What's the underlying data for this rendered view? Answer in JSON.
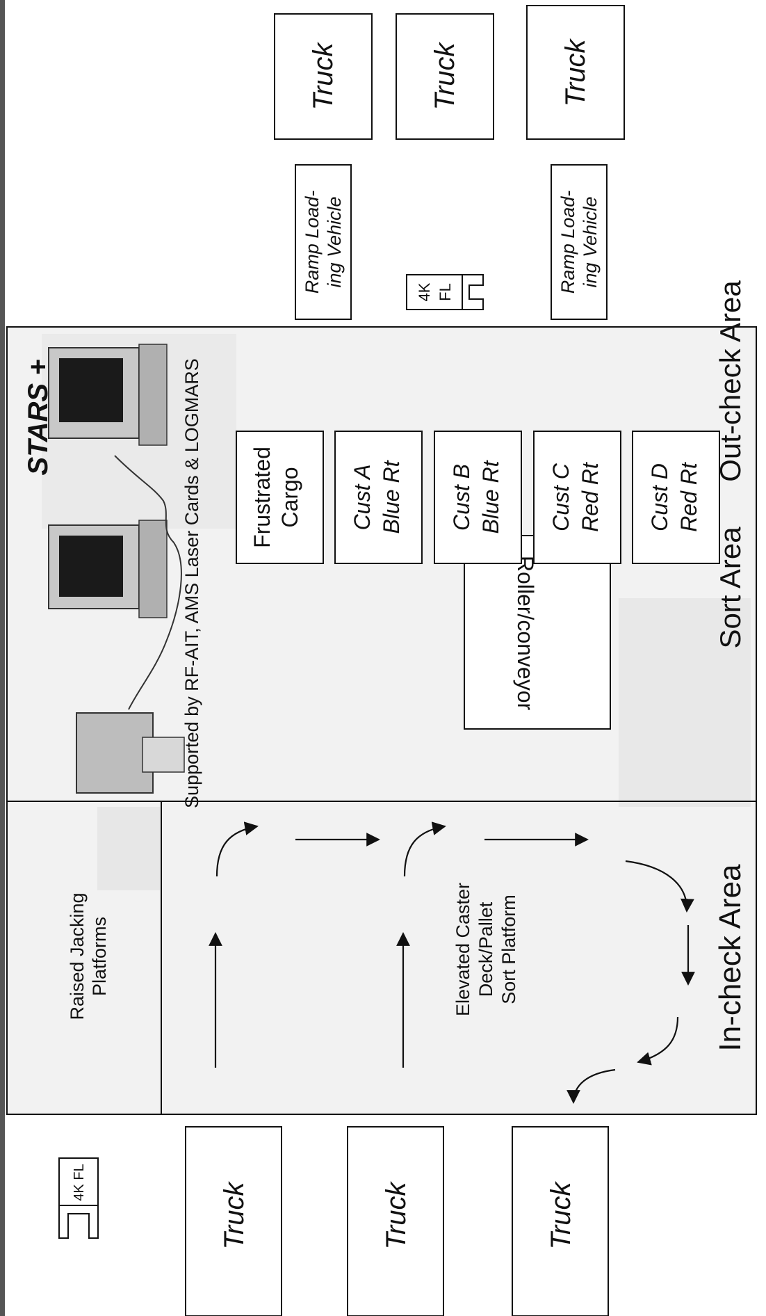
{
  "left_trucks": [
    "Truck",
    "Truck",
    "Truck"
  ],
  "left_forklift": "4K FL",
  "in_check": {
    "label": "In-check Area",
    "raised_platforms": [
      "Raised Jacking",
      "Platforms"
    ],
    "elevated_platform": [
      "Elevated Caster",
      "Deck/Pallet",
      "Sort Platform"
    ]
  },
  "support_text": "Supported by RF-AIT, AMS Laser Cards & LOGMARS",
  "sort_area": {
    "label": "Sort Area",
    "conveyor": "Roller/conveyor"
  },
  "out_check": {
    "label": "Out-check Area",
    "system": "STARS +",
    "lanes": [
      [
        "Frustrated",
        "Cargo"
      ],
      [
        "Cust A",
        "Blue Rt"
      ],
      [
        "Cust B",
        "Blue Rt"
      ],
      [
        "Cust C",
        "Red Rt"
      ],
      [
        "Cust D",
        "Red Rt"
      ]
    ]
  },
  "right_trucks": [
    "Truck",
    "Truck",
    "Truck"
  ],
  "ramp_vehicles": [
    [
      "Ramp Load-",
      "ing Vehicle"
    ],
    [
      "Ramp Load-",
      "ing Vehicle"
    ]
  ],
  "right_forklift": [
    "4K",
    "FL"
  ]
}
